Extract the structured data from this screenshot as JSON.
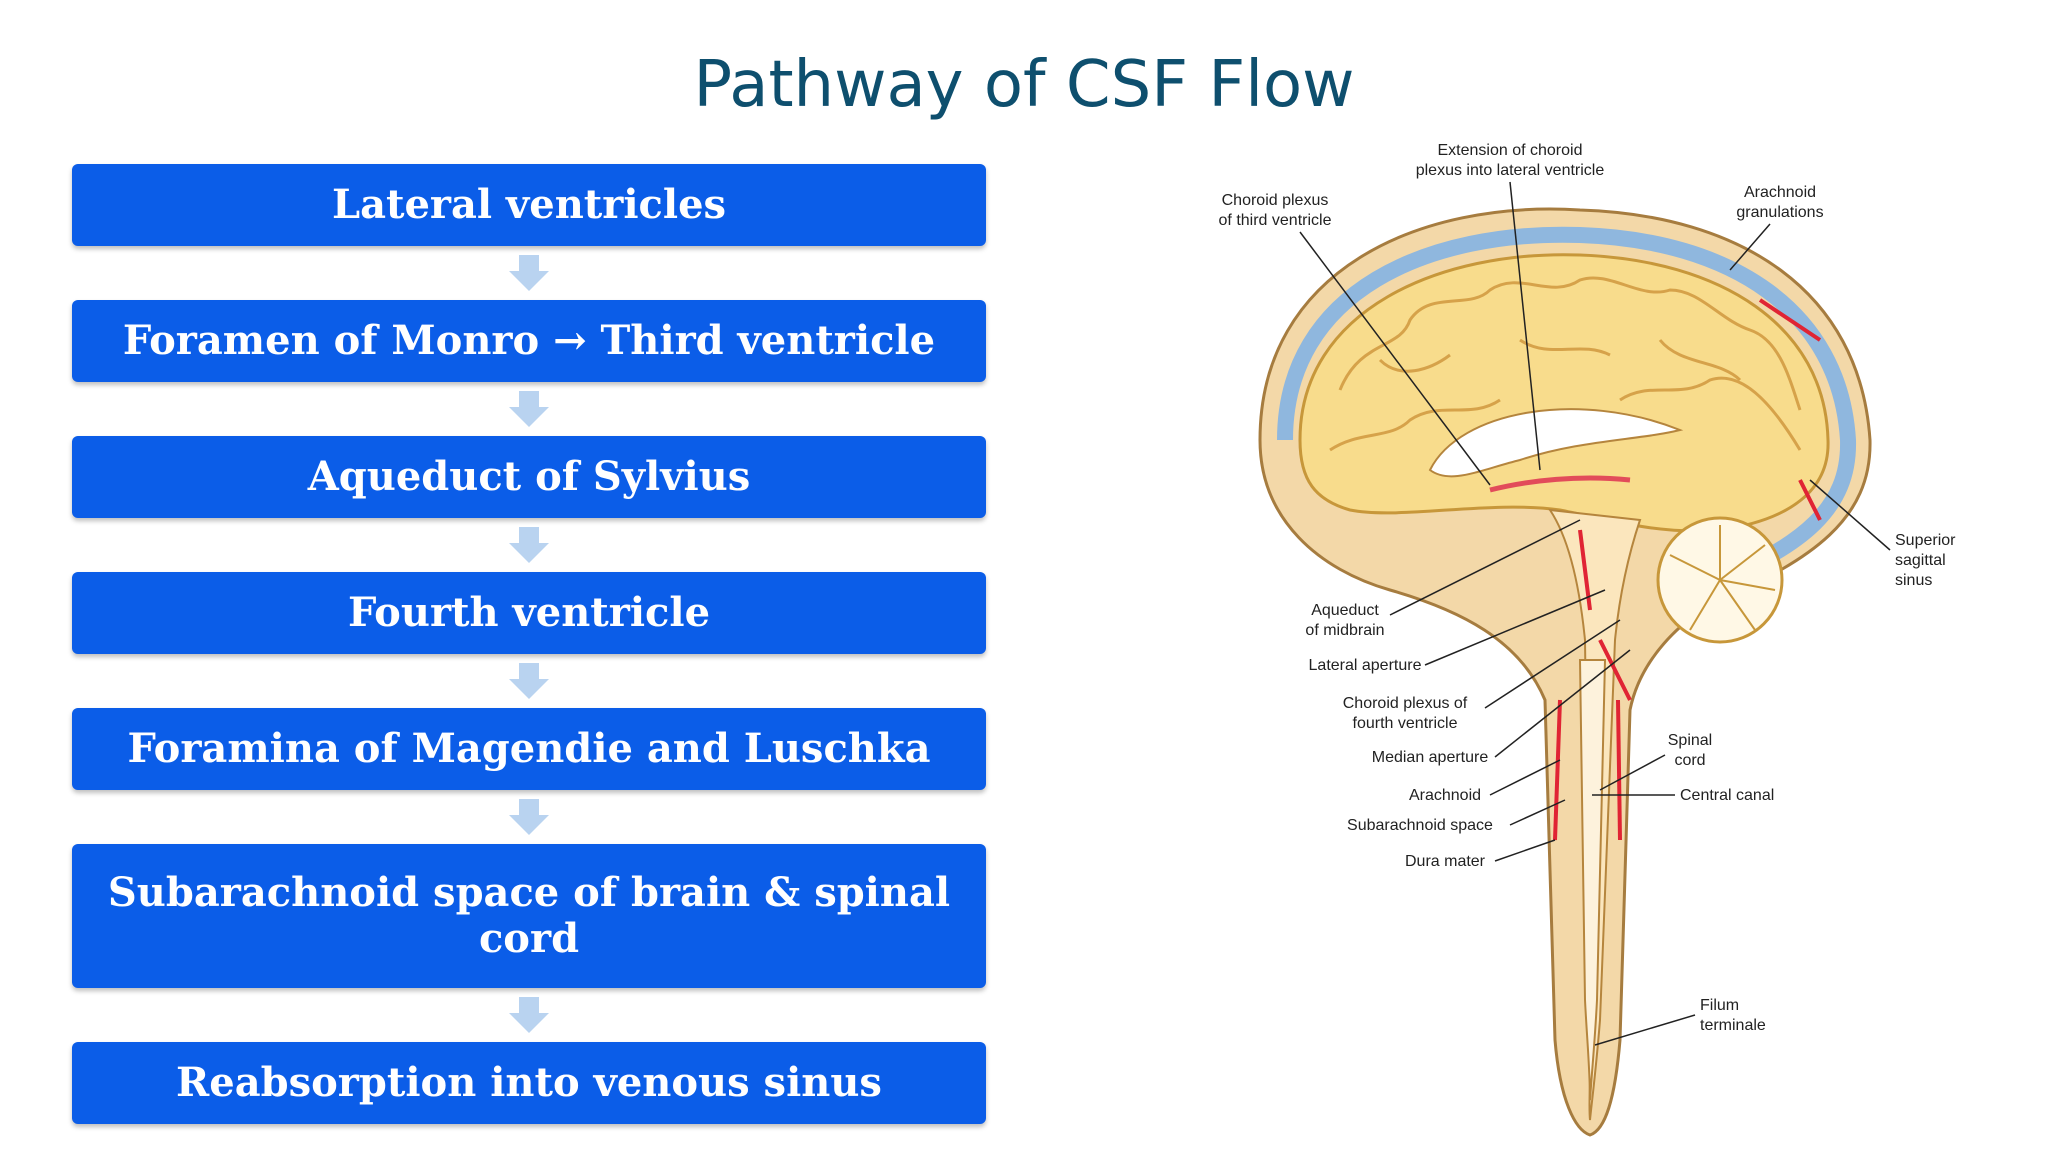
{
  "title": "Pathway of CSF Flow",
  "steps": [
    {
      "text": "Lateral ventricles"
    },
    {
      "text": "Foramen of Monro → Third ventricle"
    },
    {
      "text": "Aqueduct of Sylvius"
    },
    {
      "text": "Fourth ventricle"
    },
    {
      "text": "Foramina of Magendie and Luschka"
    },
    {
      "text": "Subarachnoid space of brain & spinal cord"
    },
    {
      "text": "Reabsorption  into  venous sinus"
    }
  ],
  "diagram_labels": {
    "extension_choroid": [
      "Extension of choroid",
      "plexus into lateral ventricle"
    ],
    "choroid_third": [
      "Choroid plexus",
      "of third ventricle"
    ],
    "arachnoid_granulations": [
      "Arachnoid",
      "granulations"
    ],
    "superior_sagittal_sinus": [
      "Superior",
      "sagittal",
      "sinus"
    ],
    "aqueduct_midbrain": [
      "Aqueduct",
      "of midbrain"
    ],
    "lateral_aperture": "Lateral aperture",
    "choroid_fourth": [
      "Choroid plexus of",
      "fourth ventricle"
    ],
    "median_aperture": "Median aperture",
    "spinal_cord": [
      "Spinal",
      "cord"
    ],
    "arachnoid": "Arachnoid",
    "central_canal": "Central canal",
    "subarachnoid_space": "Subarachnoid space",
    "dura_mater": "Dura mater",
    "filum_terminale": [
      "Filum",
      "terminale"
    ]
  },
  "colors": {
    "step_fill": "#0b5de8",
    "step_text": "#ffffff",
    "arrow_fill": "#b9d3f0",
    "title": "#0e4f6e"
  }
}
